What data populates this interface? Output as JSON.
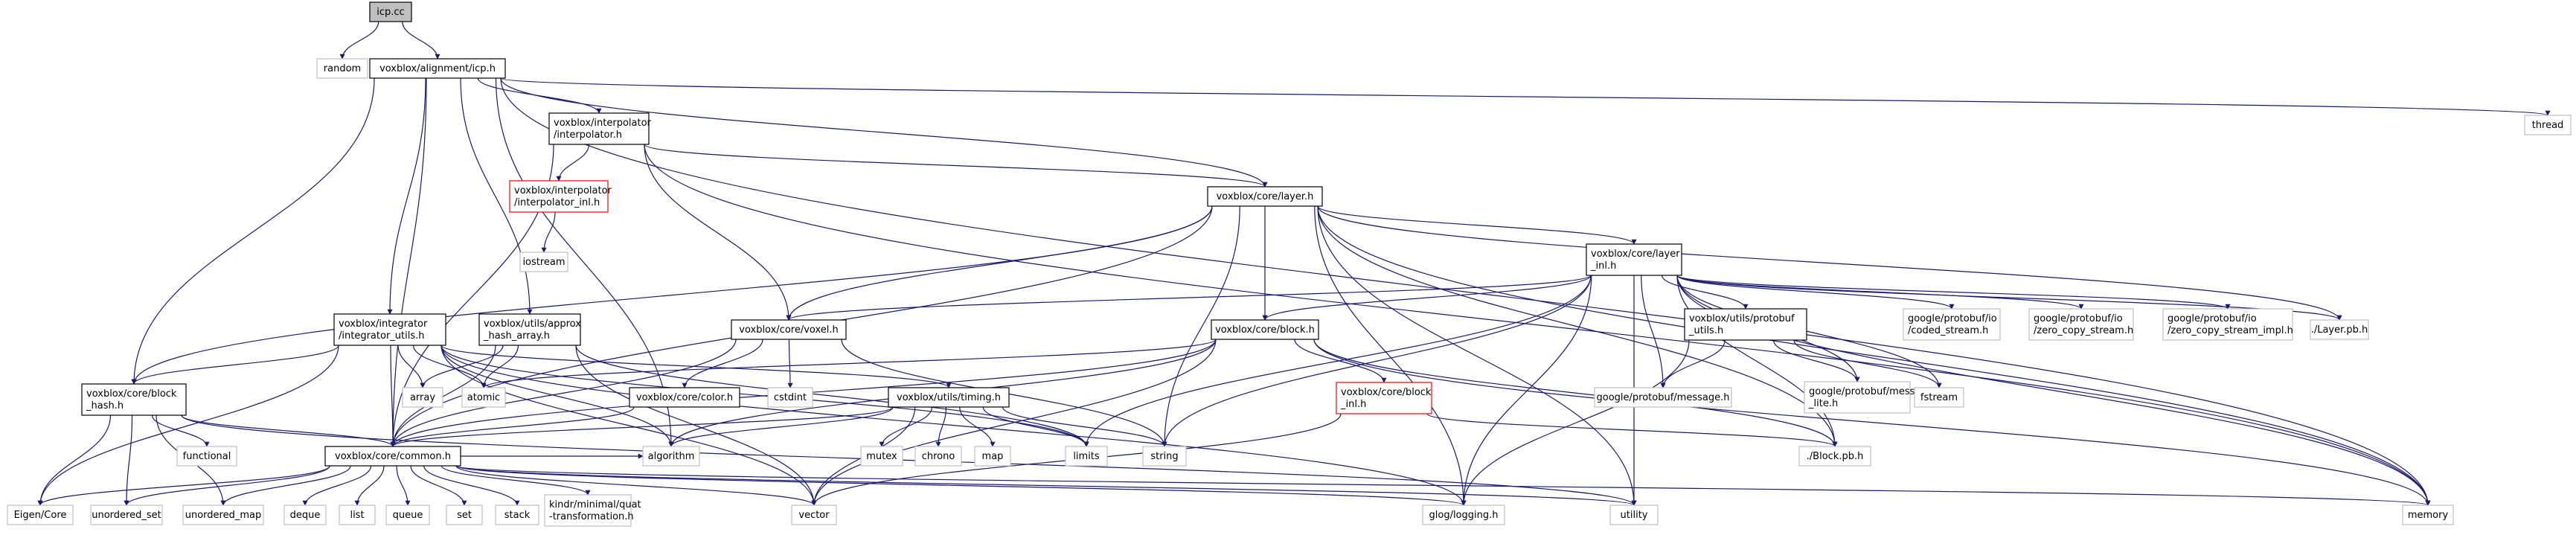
{
  "colors": {
    "edge": "#191970",
    "root_fill": "#bfbfbf",
    "node_border": "#000000",
    "external_border": "#bfbfbf",
    "missing_border": "#ff0000",
    "text": "#000000"
  },
  "nodes": [
    {
      "id": "icp_cc",
      "lines": [
        "icp.cc"
      ],
      "kind": "root"
    },
    {
      "id": "random",
      "lines": [
        "random"
      ],
      "kind": "external"
    },
    {
      "id": "icp_h",
      "lines": [
        "voxblox/alignment/icp.h"
      ],
      "kind": "internal"
    },
    {
      "id": "thread",
      "lines": [
        "thread"
      ],
      "kind": "external"
    },
    {
      "id": "interpolator_h",
      "lines": [
        "voxblox/interpolator",
        "/interpolator.h"
      ],
      "kind": "internal"
    },
    {
      "id": "interpolator_inl",
      "lines": [
        "voxblox/interpolator",
        "/interpolator_inl.h"
      ],
      "kind": "missing"
    },
    {
      "id": "iostream",
      "lines": [
        "iostream"
      ],
      "kind": "external"
    },
    {
      "id": "layer_h",
      "lines": [
        "voxblox/core/layer.h"
      ],
      "kind": "internal"
    },
    {
      "id": "layer_inl",
      "lines": [
        "voxblox/core/layer",
        "_inl.h"
      ],
      "kind": "internal"
    },
    {
      "id": "coded_stream",
      "lines": [
        "google/protobuf/io",
        "/coded_stream.h"
      ],
      "kind": "external"
    },
    {
      "id": "zero_copy_stream",
      "lines": [
        "google/protobuf/io",
        "/zero_copy_stream.h"
      ],
      "kind": "external"
    },
    {
      "id": "zero_copy_impl",
      "lines": [
        "google/protobuf/io",
        "/zero_copy_stream_impl.h"
      ],
      "kind": "external"
    },
    {
      "id": "layer_pb",
      "lines": [
        "./Layer.pb.h"
      ],
      "kind": "external"
    },
    {
      "id": "protobuf_utils",
      "lines": [
        "voxblox/utils/protobuf",
        "_utils.h"
      ],
      "kind": "internal"
    },
    {
      "id": "pb_message",
      "lines": [
        "google/protobuf/message.h"
      ],
      "kind": "external"
    },
    {
      "id": "pb_message_lite",
      "lines": [
        "google/protobuf/message",
        "_lite.h"
      ],
      "kind": "external"
    },
    {
      "id": "fstream",
      "lines": [
        "fstream"
      ],
      "kind": "external"
    },
    {
      "id": "voxel_h",
      "lines": [
        "voxblox/core/voxel.h"
      ],
      "kind": "internal"
    },
    {
      "id": "block_h",
      "lines": [
        "voxblox/core/block.h"
      ],
      "kind": "internal"
    },
    {
      "id": "block_inl",
      "lines": [
        "voxblox/core/block",
        "_inl.h"
      ],
      "kind": "missing"
    },
    {
      "id": "block_pb",
      "lines": [
        "./Block.pb.h"
      ],
      "kind": "external"
    },
    {
      "id": "integrator_utils",
      "lines": [
        "voxblox/integrator",
        "/integrator_utils.h"
      ],
      "kind": "internal"
    },
    {
      "id": "approx_hash",
      "lines": [
        "voxblox/utils/approx",
        "_hash_array.h"
      ],
      "kind": "internal"
    },
    {
      "id": "color_h",
      "lines": [
        "voxblox/core/color.h"
      ],
      "kind": "internal"
    },
    {
      "id": "timing_h",
      "lines": [
        "voxblox/utils/timing.h"
      ],
      "kind": "internal"
    },
    {
      "id": "block_hash",
      "lines": [
        "voxblox/core/block",
        "_hash.h"
      ],
      "kind": "internal"
    },
    {
      "id": "array",
      "lines": [
        "array"
      ],
      "kind": "external"
    },
    {
      "id": "atomic",
      "lines": [
        "atomic"
      ],
      "kind": "external"
    },
    {
      "id": "cstdint",
      "lines": [
        "cstdint"
      ],
      "kind": "external"
    },
    {
      "id": "functional",
      "lines": [
        "functional"
      ],
      "kind": "external"
    },
    {
      "id": "common_h",
      "lines": [
        "voxblox/core/common.h"
      ],
      "kind": "internal"
    },
    {
      "id": "algorithm",
      "lines": [
        "algorithm"
      ],
      "kind": "external"
    },
    {
      "id": "mutex",
      "lines": [
        "mutex"
      ],
      "kind": "external"
    },
    {
      "id": "chrono",
      "lines": [
        "chrono"
      ],
      "kind": "external"
    },
    {
      "id": "map",
      "lines": [
        "map"
      ],
      "kind": "external"
    },
    {
      "id": "limits",
      "lines": [
        "limits"
      ],
      "kind": "external"
    },
    {
      "id": "string",
      "lines": [
        "string"
      ],
      "kind": "external"
    },
    {
      "id": "eigen",
      "lines": [
        "Eigen/Core"
      ],
      "kind": "external"
    },
    {
      "id": "unordered_set",
      "lines": [
        "unordered_set"
      ],
      "kind": "external"
    },
    {
      "id": "unordered_map",
      "lines": [
        "unordered_map"
      ],
      "kind": "external"
    },
    {
      "id": "deque",
      "lines": [
        "deque"
      ],
      "kind": "external"
    },
    {
      "id": "list",
      "lines": [
        "list"
      ],
      "kind": "external"
    },
    {
      "id": "queue",
      "lines": [
        "queue"
      ],
      "kind": "external"
    },
    {
      "id": "set",
      "lines": [
        "set"
      ],
      "kind": "external"
    },
    {
      "id": "stack",
      "lines": [
        "stack"
      ],
      "kind": "external"
    },
    {
      "id": "kindr",
      "lines": [
        "kindr/minimal/quat",
        "-transformation.h"
      ],
      "kind": "external"
    },
    {
      "id": "vector",
      "lines": [
        "vector"
      ],
      "kind": "external"
    },
    {
      "id": "glog",
      "lines": [
        "glog/logging.h"
      ],
      "kind": "external"
    },
    {
      "id": "utility",
      "lines": [
        "utility"
      ],
      "kind": "external"
    },
    {
      "id": "memory",
      "lines": [
        "memory"
      ],
      "kind": "external"
    }
  ],
  "edges": [
    [
      "icp_cc",
      "random"
    ],
    [
      "icp_cc",
      "icp_h"
    ],
    [
      "icp_h",
      "thread"
    ],
    [
      "icp_h",
      "interpolator_h"
    ],
    [
      "icp_h",
      "layer_h"
    ],
    [
      "icp_h",
      "block_hash"
    ],
    [
      "icp_h",
      "integrator_utils"
    ],
    [
      "icp_h",
      "approx_hash"
    ],
    [
      "icp_h",
      "common_h"
    ],
    [
      "icp_h",
      "algorithm"
    ],
    [
      "icp_h",
      "memory"
    ],
    [
      "interpolator_h",
      "interpolator_inl"
    ],
    [
      "interpolator_h",
      "layer_h"
    ],
    [
      "interpolator_h",
      "voxel_h"
    ],
    [
      "interpolator_h",
      "common_h"
    ],
    [
      "interpolator_h",
      "memory"
    ],
    [
      "interpolator_inl",
      "iostream"
    ],
    [
      "layer_h",
      "layer_inl"
    ],
    [
      "layer_h",
      "block_h"
    ],
    [
      "layer_h",
      "voxel_h"
    ],
    [
      "layer_h",
      "block_hash"
    ],
    [
      "layer_h",
      "common_h"
    ],
    [
      "layer_h",
      "string"
    ],
    [
      "layer_h",
      "glog"
    ],
    [
      "layer_h",
      "utility"
    ],
    [
      "layer_h",
      "memory"
    ],
    [
      "layer_h",
      "layer_pb"
    ],
    [
      "layer_h",
      "block_pb"
    ],
    [
      "layer_inl",
      "coded_stream"
    ],
    [
      "layer_inl",
      "zero_copy_stream"
    ],
    [
      "layer_inl",
      "zero_copy_impl"
    ],
    [
      "layer_inl",
      "layer_pb"
    ],
    [
      "layer_inl",
      "protobuf_utils"
    ],
    [
      "layer_inl",
      "pb_message"
    ],
    [
      "layer_inl",
      "pb_message_lite"
    ],
    [
      "layer_inl",
      "fstream"
    ],
    [
      "layer_inl",
      "block_h"
    ],
    [
      "layer_inl",
      "voxel_h"
    ],
    [
      "layer_inl",
      "limits"
    ],
    [
      "layer_inl",
      "string"
    ],
    [
      "layer_inl",
      "glog"
    ],
    [
      "layer_inl",
      "utility"
    ],
    [
      "layer_inl",
      "memory"
    ],
    [
      "layer_inl",
      "block_pb"
    ],
    [
      "protobuf_utils",
      "pb_message"
    ],
    [
      "protobuf_utils",
      "pb_message_lite"
    ],
    [
      "protobuf_utils",
      "fstream"
    ],
    [
      "protobuf_utils",
      "glog"
    ],
    [
      "voxel_h",
      "color_h"
    ],
    [
      "voxel_h",
      "common_h"
    ],
    [
      "voxel_h",
      "cstdint"
    ],
    [
      "voxel_h",
      "string"
    ],
    [
      "block_h",
      "block_inl"
    ],
    [
      "block_h",
      "atomic"
    ],
    [
      "block_h",
      "common_h"
    ],
    [
      "block_h",
      "algorithm"
    ],
    [
      "block_h",
      "memory"
    ],
    [
      "block_h",
      "vector"
    ],
    [
      "block_h",
      "block_pb"
    ],
    [
      "block_inl",
      "block_pb"
    ],
    [
      "block_inl",
      "vector"
    ],
    [
      "integrator_utils",
      "block_hash"
    ],
    [
      "integrator_utils",
      "array"
    ],
    [
      "integrator_utils",
      "atomic"
    ],
    [
      "integrator_utils",
      "common_h"
    ],
    [
      "integrator_utils",
      "timing_h"
    ],
    [
      "integrator_utils",
      "algorithm"
    ],
    [
      "integrator_utils",
      "vector"
    ],
    [
      "integrator_utils",
      "eigen"
    ],
    [
      "integrator_utils",
      "limits"
    ],
    [
      "integrator_utils",
      "glog"
    ],
    [
      "approx_hash",
      "array"
    ],
    [
      "approx_hash",
      "atomic"
    ],
    [
      "approx_hash",
      "common_h"
    ],
    [
      "approx_hash",
      "limits"
    ],
    [
      "approx_hash",
      "vector"
    ],
    [
      "color_h",
      "common_h"
    ],
    [
      "timing_h",
      "mutex"
    ],
    [
      "timing_h",
      "chrono"
    ],
    [
      "timing_h",
      "map"
    ],
    [
      "timing_h",
      "limits"
    ],
    [
      "timing_h",
      "string"
    ],
    [
      "timing_h",
      "vector"
    ],
    [
      "timing_h",
      "algorithm"
    ],
    [
      "timing_h",
      "common_h"
    ],
    [
      "block_hash",
      "functional"
    ],
    [
      "block_hash",
      "common_h"
    ],
    [
      "block_hash",
      "eigen"
    ],
    [
      "block_hash",
      "unordered_set"
    ],
    [
      "block_hash",
      "unordered_map"
    ],
    [
      "block_hash",
      "utility"
    ],
    [
      "common_h",
      "eigen"
    ],
    [
      "common_h",
      "unordered_set"
    ],
    [
      "common_h",
      "unordered_map"
    ],
    [
      "common_h",
      "deque"
    ],
    [
      "common_h",
      "list"
    ],
    [
      "common_h",
      "queue"
    ],
    [
      "common_h",
      "set"
    ],
    [
      "common_h",
      "stack"
    ],
    [
      "common_h",
      "kindr"
    ],
    [
      "common_h",
      "vector"
    ],
    [
      "common_h",
      "glog"
    ],
    [
      "common_h",
      "utility"
    ],
    [
      "common_h",
      "memory"
    ],
    [
      "common_h",
      "algorithm"
    ]
  ]
}
